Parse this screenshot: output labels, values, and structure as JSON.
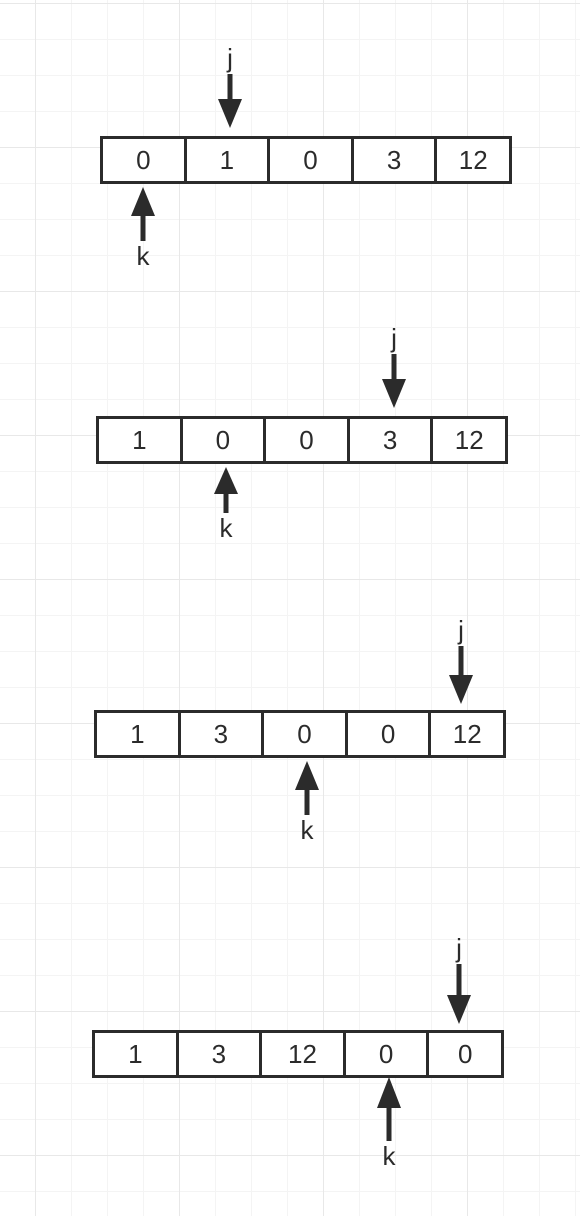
{
  "diagram": {
    "colors": {
      "stroke": "#2b2b2b",
      "grid": "#e8e8e8",
      "background": "#ffffff"
    },
    "steps": [
      {
        "cells": [
          "0",
          "1",
          "0",
          "3",
          "12"
        ],
        "j_index": 1,
        "k_index": 0,
        "j_label": "j",
        "k_label": "k"
      },
      {
        "cells": [
          "1",
          "0",
          "0",
          "3",
          "12"
        ],
        "j_index": 3,
        "k_index": 1,
        "j_label": "j",
        "k_label": "k"
      },
      {
        "cells": [
          "1",
          "3",
          "0",
          "0",
          "12"
        ],
        "j_index": 4,
        "k_index": 2,
        "j_label": "j",
        "k_label": "k"
      },
      {
        "cells": [
          "1",
          "3",
          "12",
          "0",
          "0"
        ],
        "j_index": 4,
        "k_index": 3,
        "j_label": "j",
        "k_label": "k"
      }
    ]
  }
}
